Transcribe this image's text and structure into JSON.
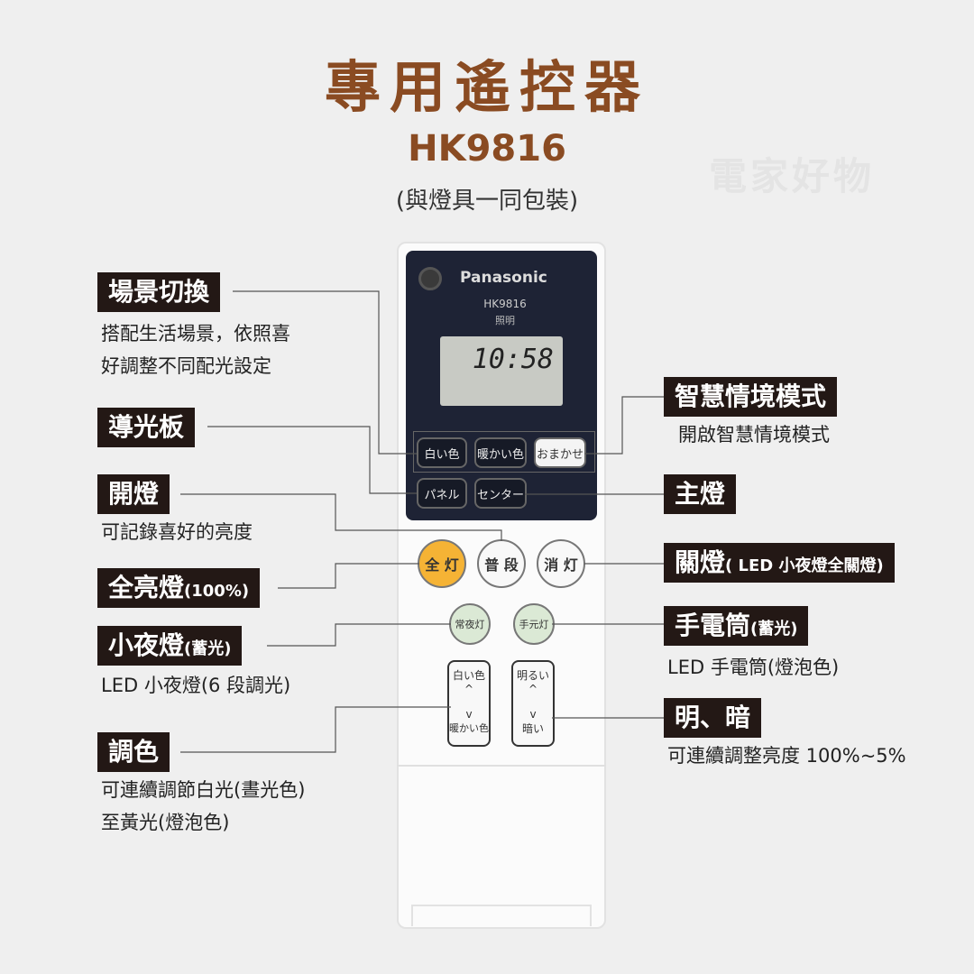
{
  "header": {
    "title": "專用遙控器",
    "model": "HK9816",
    "note": "(與燈具一同包裝)",
    "watermark": "電家好物"
  },
  "remote": {
    "brand": "Panasonic",
    "model": "HK9816",
    "sub": "照明",
    "time": "10:58",
    "keys": {
      "white": "白い色",
      "warm": "暖かい色",
      "auto": "おまかせ",
      "panel": "パネル",
      "center": "センター",
      "full": "全 灯",
      "normal": "普 段",
      "off": "消 灯",
      "night": "常夜灯",
      "hand": "手元灯",
      "color_up": "白い色",
      "color_down": "暖かい色",
      "bright_up": "明るい",
      "bright_down": "暗い",
      "up": "^",
      "down": "v"
    }
  },
  "left": [
    {
      "label": "場景切換",
      "desc": [
        "搭配生活場景，依照喜",
        "好調整不同配光設定"
      ]
    },
    {
      "label": "導光板"
    },
    {
      "label": "開燈",
      "desc": [
        "可記錄喜好的亮度"
      ]
    },
    {
      "label": "全亮燈",
      "label_small": "(100%)"
    },
    {
      "label": "小夜燈",
      "label_small": "(蓄光)",
      "desc": [
        "LED 小夜燈(6 段調光)"
      ]
    },
    {
      "label": "調色",
      "desc": [
        "可連續調節白光(晝光色)",
        "至黃光(燈泡色)"
      ]
    }
  ],
  "right": [
    {
      "label": "智慧情境模式",
      "desc": [
        "開啟智慧情境模式"
      ]
    },
    {
      "label": "主燈"
    },
    {
      "label": "關燈",
      "label_small": "( LED 小夜燈全關燈)"
    },
    {
      "label": "手電筒",
      "label_small": "(蓄光)",
      "desc": [
        "LED 手電筒(燈泡色)"
      ]
    },
    {
      "label": "明、暗",
      "desc": [
        "可連續調整亮度 100%~5%"
      ]
    }
  ]
}
